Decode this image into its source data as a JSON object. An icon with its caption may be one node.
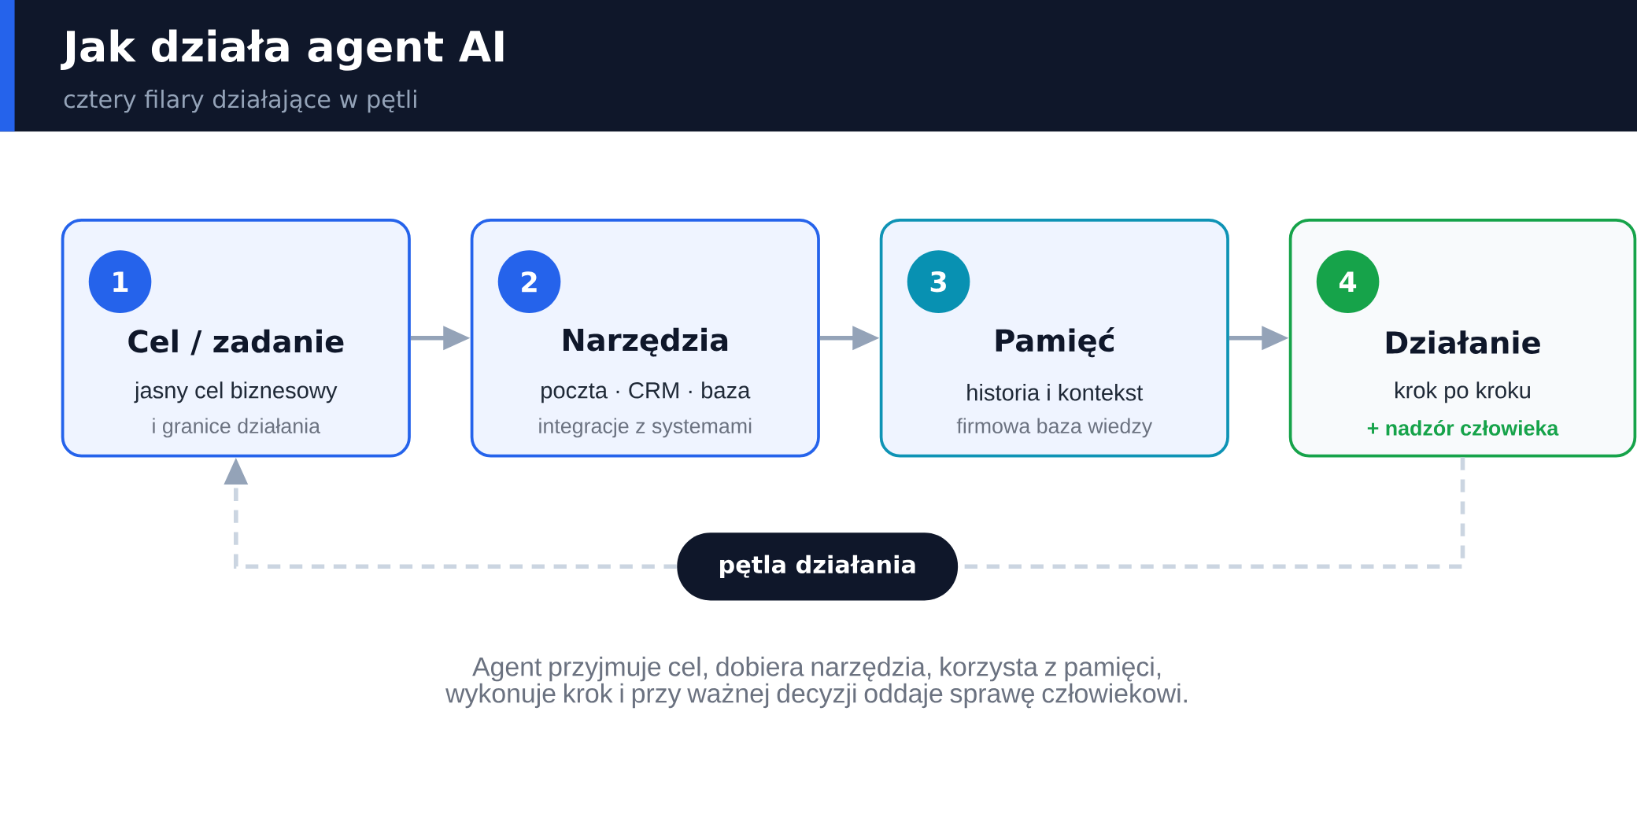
{
  "diagram": {
    "title": "Jak działa agent AI",
    "caption": "Agent przyjmuje cel, dobiera narzędzia, korzysta z pamięci, wykonuje krok i przy ważnej decyzji oddaje sprawę człowiekowi.",
    "labels": [
      "cztery filary działające w pętli"
    ],
    "nodes": [
      {
        "text": [
          "1",
          "Cel / zadanie",
          "jasny cel biznesowy",
          "i granice działania"
        ]
      },
      {
        "text": [
          "2",
          "Narzędzia",
          "poczta · CRM · baza",
          "integracje z systemami"
        ]
      },
      {
        "text": [
          "3",
          "Pamięć",
          "historia i kontekst",
          "firmowa baza wiedzy"
        ]
      },
      {
        "text": [
          "4",
          "Działanie",
          "krok po kroku",
          "+ nadzór człowieka"
        ]
      },
      {
        "text": [
          "pętla działania"
        ]
      }
    ],
    "edges": [
      {
        "from": 0,
        "to": 1,
        "arrow": "to"
      },
      {
        "from": 1,
        "to": 2,
        "arrow": "to"
      },
      {
        "from": 2,
        "to": 3,
        "arrow": "to"
      },
      {
        "from": 3,
        "to": 4,
        "arrow": "none",
        "style": "dashed",
        "color": "#cbd5e1"
      },
      {
        "from": 4,
        "to": 0,
        "arrow": "to",
        "style": "dashed",
        "color": "#cbd5e1"
      }
    ]
  }
}
